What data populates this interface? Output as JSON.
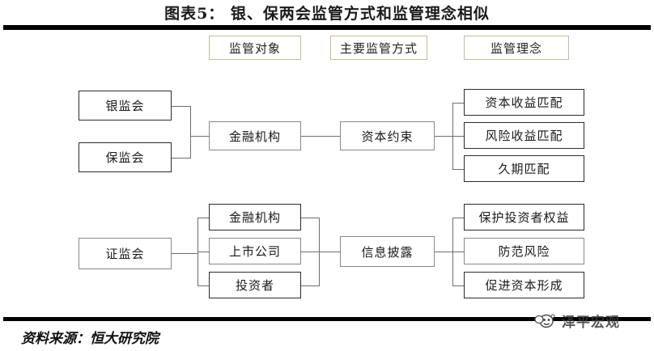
{
  "title": "图表5： 银、保两会监管方式和监管理念相似",
  "headers": [
    {
      "label": "监管对象"
    },
    {
      "label": "主要监管方式"
    },
    {
      "label": "监管理念"
    }
  ],
  "upper_section": {
    "regulators": [
      {
        "label": "银监会"
      },
      {
        "label": "保监会"
      }
    ],
    "objects": [
      {
        "label": "金融机构"
      }
    ],
    "method": {
      "label": "资本约束"
    },
    "concepts": [
      {
        "label": "资本收益匹配"
      },
      {
        "label": "风险收益匹配"
      },
      {
        "label": "久期匹配"
      }
    ]
  },
  "lower_section": {
    "regulators": [
      {
        "label": "证监会"
      }
    ],
    "objects": [
      {
        "label": "金融机构"
      },
      {
        "label": "上市公司"
      },
      {
        "label": "投资者"
      }
    ],
    "method": {
      "label": "信息披露"
    },
    "concepts": [
      {
        "label": "保护投资者权益"
      },
      {
        "label": "防范风险"
      },
      {
        "label": "促进资本形成"
      }
    ]
  },
  "footer": {
    "source": "资料来源：恒大研究院",
    "watermark": "泽平宏观"
  },
  "colors": {
    "header_border": "#c8b89a",
    "node_border": "#888888",
    "node_border_strong": "#2b2b2b",
    "line": "#6e6e6e",
    "rule": "#000000",
    "text": "#1a1a1a"
  }
}
